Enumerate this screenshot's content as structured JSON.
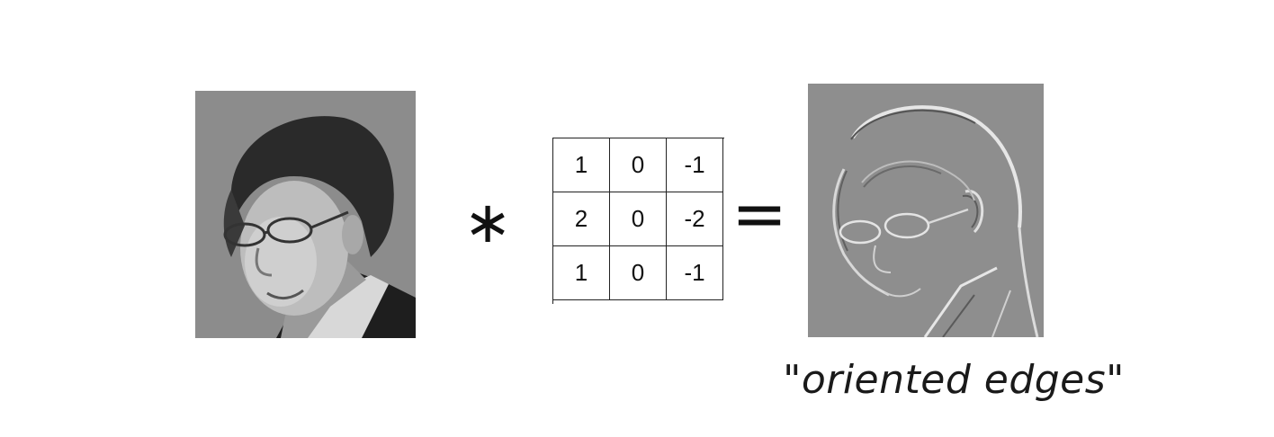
{
  "operators": {
    "convolve": "∗",
    "equals": "="
  },
  "kernel": {
    "rows": [
      [
        "1",
        "0",
        "-1"
      ],
      [
        "2",
        "0",
        "-2"
      ],
      [
        "1",
        "0",
        "-1"
      ]
    ]
  },
  "output": {
    "caption": "\"oriented edges\""
  },
  "colors": {
    "input_background": "#8a8a8a",
    "output_background": "#8e8e8e",
    "grid_line": "#222222"
  },
  "images": {
    "input": "grayscale-portrait-photo",
    "output": "edge-filtered-portrait"
  }
}
